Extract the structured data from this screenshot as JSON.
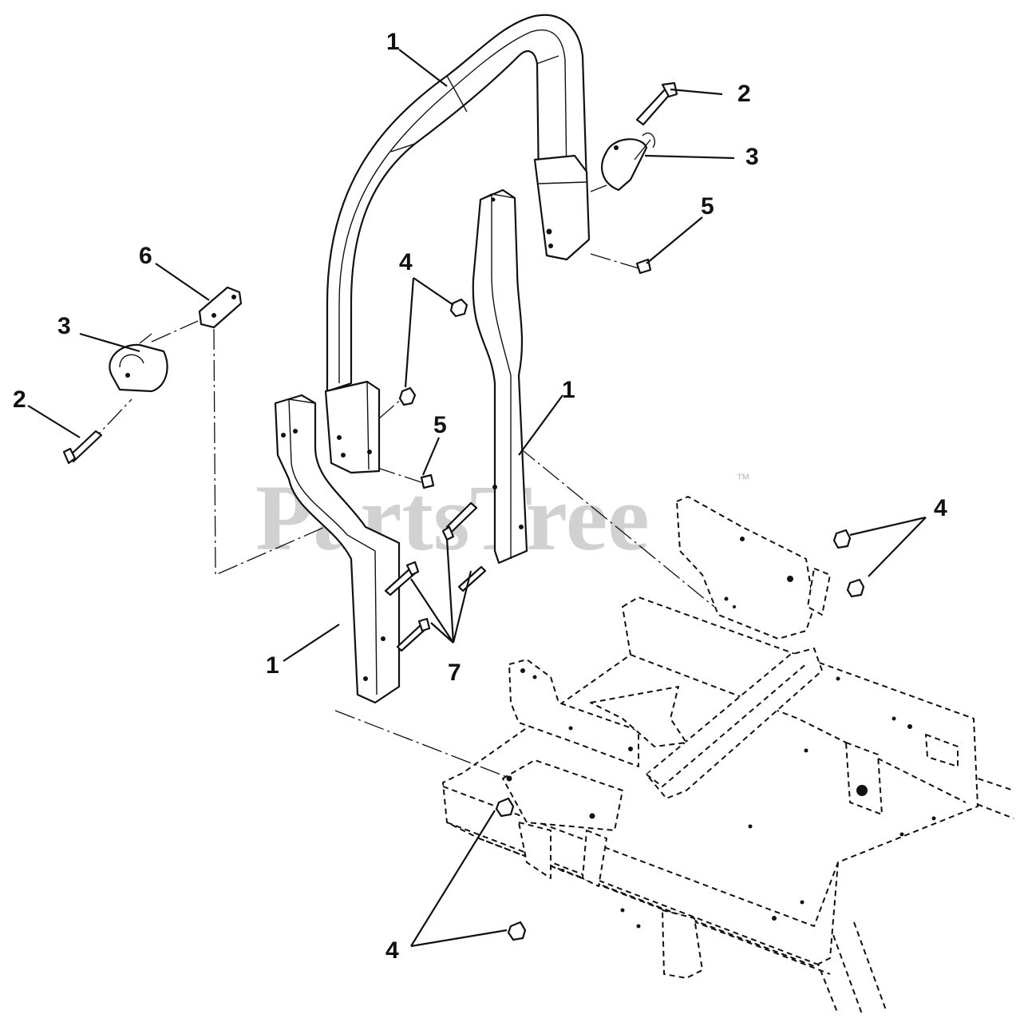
{
  "watermark": {
    "text": "PartsTree",
    "trademark": "™"
  },
  "callouts": [
    "1",
    "1",
    "1",
    "2",
    "2",
    "3",
    "3",
    "4",
    "4",
    "4",
    "5",
    "5",
    "6",
    "7"
  ]
}
